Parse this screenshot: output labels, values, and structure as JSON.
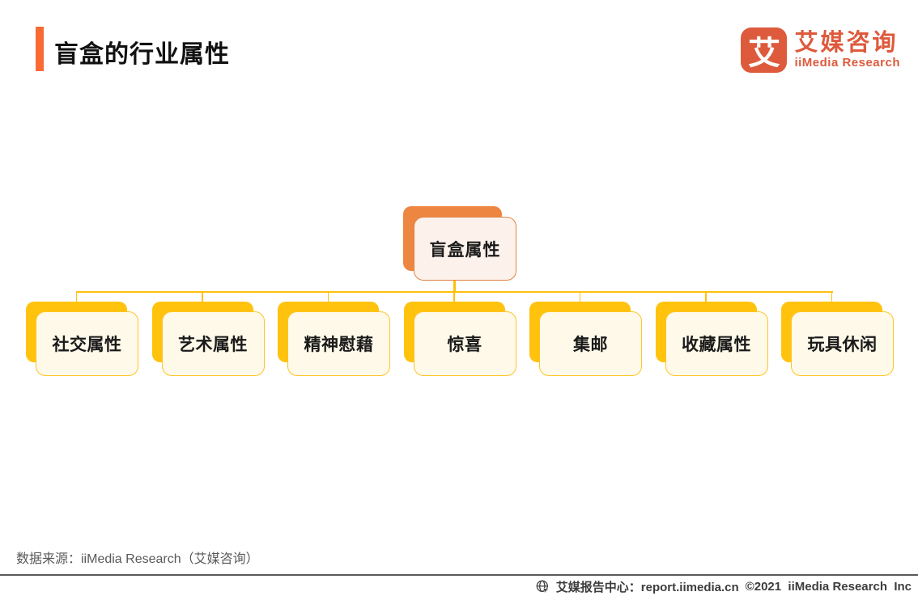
{
  "header": {
    "title": "盲盒的行业属性"
  },
  "logo": {
    "glyph": "艾",
    "name_cn": "艾媒咨询",
    "name_en": "iiMedia Research"
  },
  "diagram": {
    "root_label": "盲盒属性",
    "children": [
      "社交属性",
      "艺术属性",
      "精神慰藉",
      "惊喜",
      "集邮",
      "收藏属性",
      "玩具休闲"
    ]
  },
  "colors": {
    "accent_orange": "#F96A35",
    "brand_orange": "#DE5A3C",
    "root_back": "#ED8640",
    "root_front_bg": "#FCF1EB",
    "root_border": "#E08448",
    "child_back": "#FFC20D",
    "child_front_bg": "#FEF9E9",
    "child_border": "#FFC425",
    "connector": "#FFC10D"
  },
  "source_note": "数据来源：iiMedia Research（艾媒咨询）",
  "footer": {
    "site_label": "艾媒报告中心：report.iimedia.cn",
    "copyright": "©2021  iiMedia Research  Inc"
  }
}
